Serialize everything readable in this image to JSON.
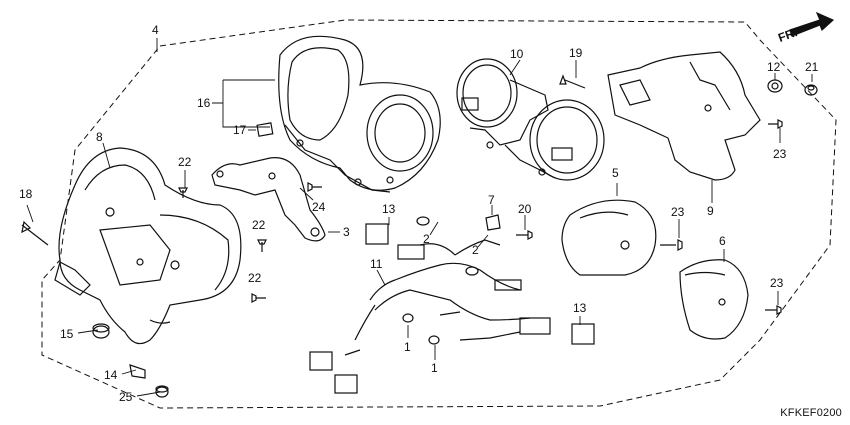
{
  "diagram": {
    "direction_label": "FR.",
    "drawing_code": "KFKEF0200",
    "part_labels": {
      "p4": "4",
      "p8": "8",
      "p16": "16",
      "p17": "17",
      "p22a": "22",
      "p22b": "22",
      "p22c": "22",
      "p24": "24",
      "p3": "3",
      "p18": "18",
      "p15": "15",
      "p14": "14",
      "p25": "25",
      "p10": "10",
      "p19": "19",
      "p12": "12",
      "p21": "21",
      "p9": "9",
      "p23a": "23",
      "p23b": "23",
      "p23c": "23",
      "p13a": "13",
      "p13b": "13",
      "p2a": "2",
      "p2b": "2",
      "p7": "7",
      "p20": "20",
      "p11": "11",
      "p1a": "1",
      "p1b": "1",
      "p5": "5",
      "p6": "6"
    }
  }
}
